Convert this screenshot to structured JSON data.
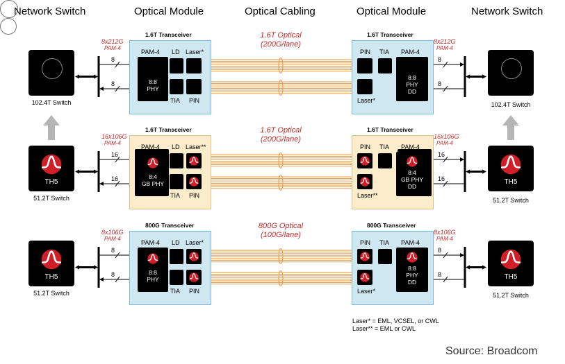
{
  "headers": {
    "left_switch": "Network Switch",
    "left_module": "Optical Module",
    "cabling": "Optical Cabling",
    "right_module": "Optical Module",
    "right_switch": "Network Switch"
  },
  "rows": [
    {
      "left_switch_caption": "102.4T Switch",
      "right_switch_caption": "102.4T Switch",
      "left_rate": "8x212G",
      "left_mod": "PAM-4",
      "right_rate": "8x212G",
      "right_mod": "PAM-4",
      "left_title": "1.6T Transceiver",
      "right_title": "1.6T Transceiver",
      "lanes": "8",
      "left_pam": "PAM-4",
      "left_phy": "8:8\nPHY",
      "left_ld": "LD",
      "left_laser": "Laser*",
      "left_tia": "TIA",
      "left_pin": "PIN",
      "right_pin": "PIN",
      "right_tia": "TIA",
      "right_pam": "PAM-4",
      "right_phy": "8:8\nPHY\nDD",
      "right_laser": "Laser*",
      "optical": "1.6T Optical\n(200G/lane)"
    },
    {
      "left_switch_caption": "51.2T Switch",
      "right_switch_caption": "51.2T Switch",
      "left_chip": "TH5",
      "right_chip": "TH5",
      "left_rate": "16x106G",
      "left_mod": "PAM-4",
      "right_rate": "16x106G",
      "right_mod": "PAM-4",
      "left_title": "1.6T Transceiver",
      "right_title": "1.6T Transceiver",
      "lanes": "16",
      "left_pam": "PAM-4",
      "left_phy": "8:4\nGB PHY",
      "left_ld": "LD",
      "left_laser": "Laser**",
      "left_tia": "TIA",
      "left_pin": "PIN",
      "right_pin": "PIN",
      "right_tia": "TIA",
      "right_pam": "PAM-4",
      "right_phy": "8:4\nGB PHY\nDD",
      "right_laser": "Laser**",
      "optical": "1.6T Optical\n(200G/lane)"
    },
    {
      "left_switch_caption": "51.2T Switch",
      "right_switch_caption": "51.2T Switch",
      "left_chip": "TH5",
      "right_chip": "TH5",
      "left_rate": "8x106G",
      "left_mod": "PAM-4",
      "right_rate": "8x106G",
      "right_mod": "PAM-4",
      "left_title": "800G Transceiver",
      "right_title": "800G Transceiver",
      "lanes": "8",
      "left_pam": "PAM-4",
      "left_phy": "8:8\nPHY",
      "left_ld": "LD",
      "left_laser": "Laser*",
      "left_tia": "TIA",
      "left_pin": "PIN",
      "right_pin": "PIN",
      "right_tia": "TIA",
      "right_pam": "PAM-4",
      "right_phy": "8:8\nPHY\nDD",
      "right_laser": "Laser*",
      "optical": "800G Optical\n(100G/lane)"
    }
  ],
  "notes": {
    "laser_star": "Laser* = EML, VCSEL, or CWL",
    "laser_2star": "Laser** = EML or CWL"
  },
  "source": "Source: Broadcom",
  "colors": {
    "fiber": "#e8973a",
    "module_blue": "#cfe7f1",
    "module_tan": "#fbeccb",
    "accent_red": "#c22b2b",
    "logo_red": "#d11f2a"
  },
  "icons": [
    "broadcom-logo-icon",
    "bidirectional-arrow-icon",
    "upgrade-arrow-icon"
  ]
}
